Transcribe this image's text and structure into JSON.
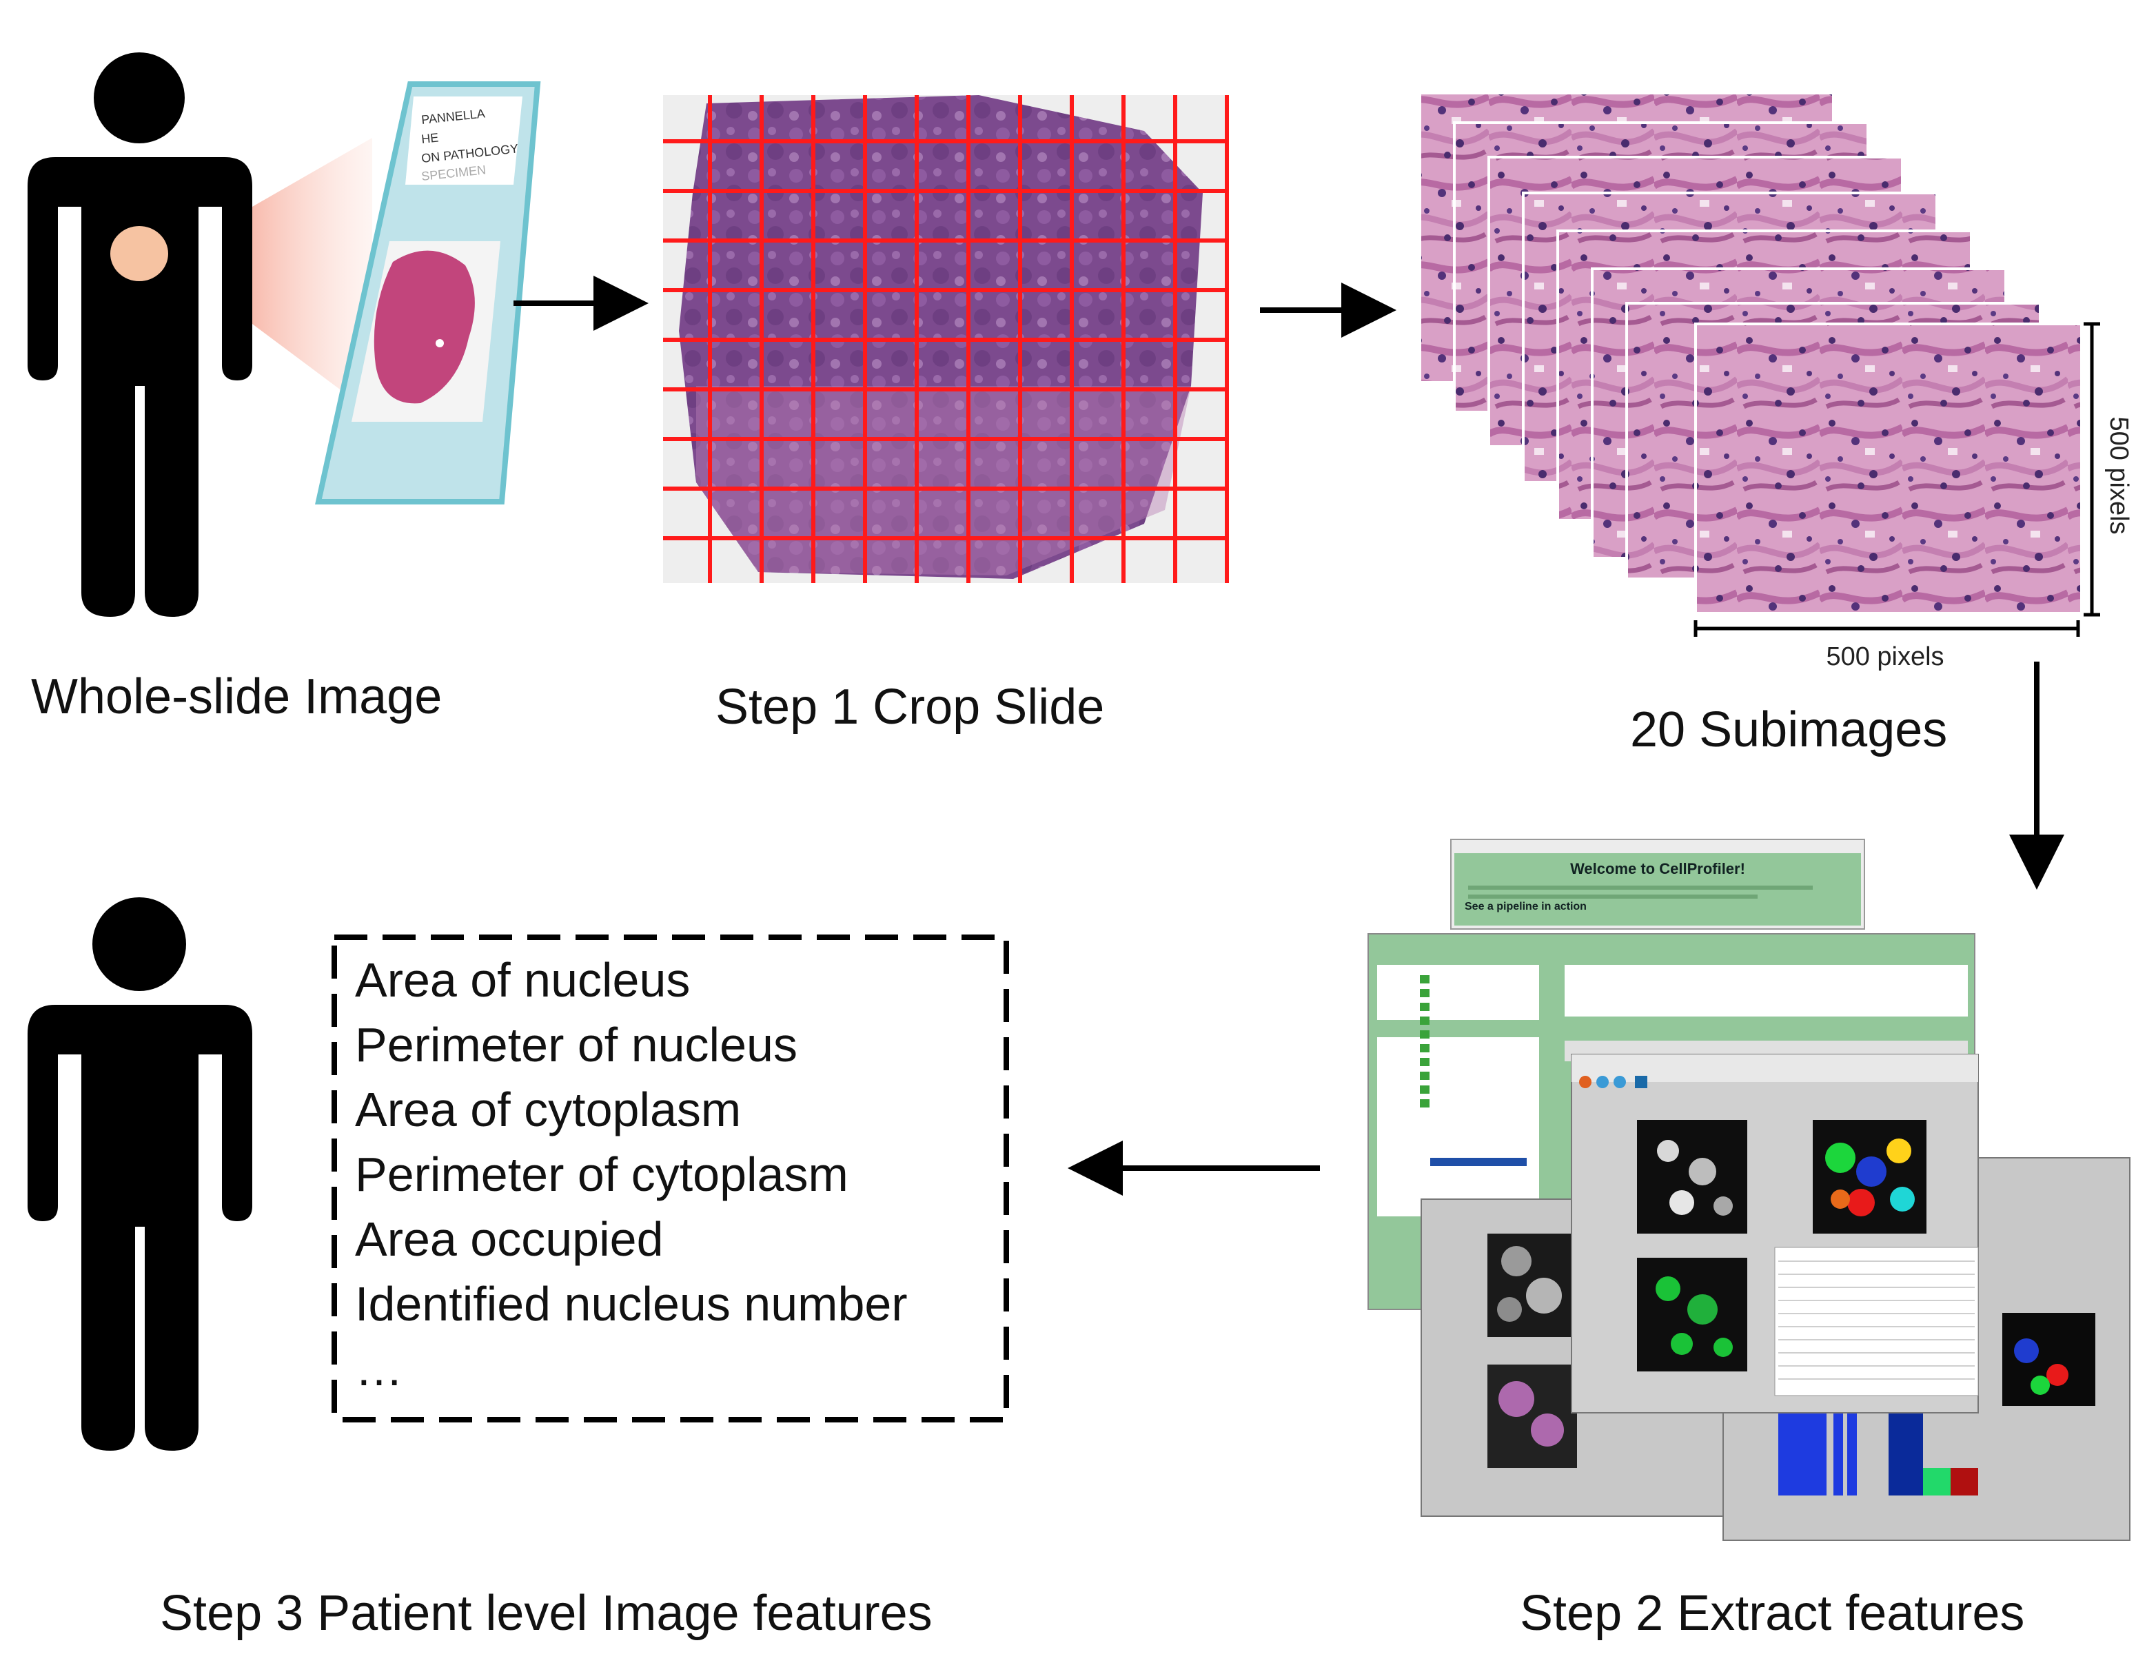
{
  "labels": {
    "whole_slide": "Whole-slide Image",
    "step1": "Step 1 Crop Slide",
    "subimages": "20 Subimages",
    "step2": "Step 2 Extract features",
    "step3": "Step 3  Patient level Image features",
    "px_horizontal": "500 pixels",
    "px_vertical": "500 pixels"
  },
  "slide_label_lines": [
    "PANNELLA",
    "HE",
    "ON PATHOLOGY",
    "SPECIMEN"
  ],
  "cellprofiler": {
    "title": "Welcome to CellProfiler!",
    "subtitle": "See a pipeline in action"
  },
  "features": [
    "Area of nucleus",
    "Perimeter of nucleus",
    "Area of cytoplasm",
    "Perimeter of cytoplasm",
    "Area occupied",
    "Identified nucleus number",
    "…"
  ],
  "colors": {
    "silhouette": "#000000",
    "organ": "#f6c3a2",
    "grid": "#ff1a1a",
    "tissue": "#8a4d94",
    "he_pink": "#d58fbd",
    "he_purple": "#5a3478",
    "cp_green": "#93c79a",
    "arrow": "#000000"
  },
  "icons": [
    "person-icon",
    "slide-icon",
    "arrow-icon"
  ]
}
